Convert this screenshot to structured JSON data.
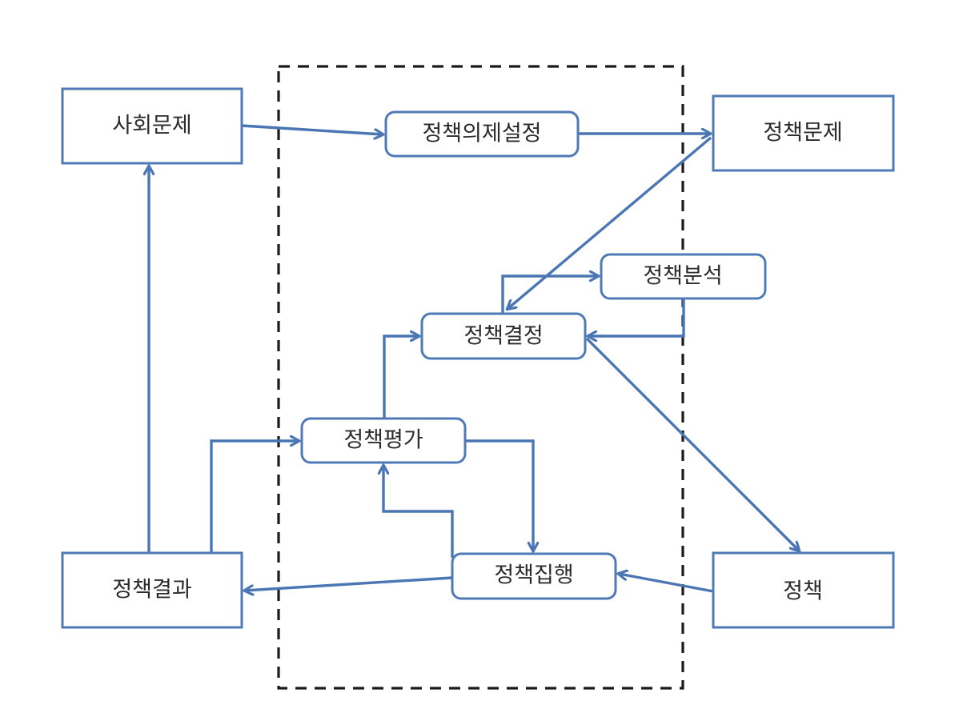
{
  "diagram": {
    "title": "",
    "colors": {
      "box_stroke": "#4f7ab5",
      "arrow": "#4a76b4",
      "dashed_border": "#1a1a1a",
      "text": "#2b2b2b",
      "background": "#ffffff"
    },
    "boundary": {
      "label": "",
      "style": "dashed"
    },
    "nodes": {
      "social_problem": {
        "label": "사회문제",
        "shape": "rect"
      },
      "policy_problem": {
        "label": "정책문제",
        "shape": "rect"
      },
      "policy_result": {
        "label": "정책결과",
        "shape": "rect"
      },
      "policy": {
        "label": "정책",
        "shape": "rect"
      },
      "agenda_setting": {
        "label": "정책의제설정",
        "shape": "rounded"
      },
      "policy_analysis": {
        "label": "정책분석",
        "shape": "rounded"
      },
      "policy_decision": {
        "label": "정책결정",
        "shape": "rounded"
      },
      "policy_evaluation": {
        "label": "정책평가",
        "shape": "rounded"
      },
      "policy_implementation": {
        "label": "정책집행",
        "shape": "rounded"
      }
    },
    "edges": [
      {
        "from": "social_problem",
        "to": "agenda_setting"
      },
      {
        "from": "agenda_setting",
        "to": "policy_problem"
      },
      {
        "from": "policy_problem",
        "to": "policy_decision"
      },
      {
        "from": "policy_decision",
        "to": "policy_analysis"
      },
      {
        "from": "policy_analysis",
        "to": "policy_decision"
      },
      {
        "from": "policy_decision",
        "to": "policy"
      },
      {
        "from": "policy",
        "to": "policy_implementation"
      },
      {
        "from": "policy_implementation",
        "to": "policy_result"
      },
      {
        "from": "policy_implementation",
        "to": "policy_evaluation"
      },
      {
        "from": "policy_evaluation",
        "to": "policy_implementation"
      },
      {
        "from": "policy_evaluation",
        "to": "policy_decision"
      },
      {
        "from": "policy_result",
        "to": "policy_evaluation"
      },
      {
        "from": "policy_result",
        "to": "social_problem"
      }
    ]
  }
}
